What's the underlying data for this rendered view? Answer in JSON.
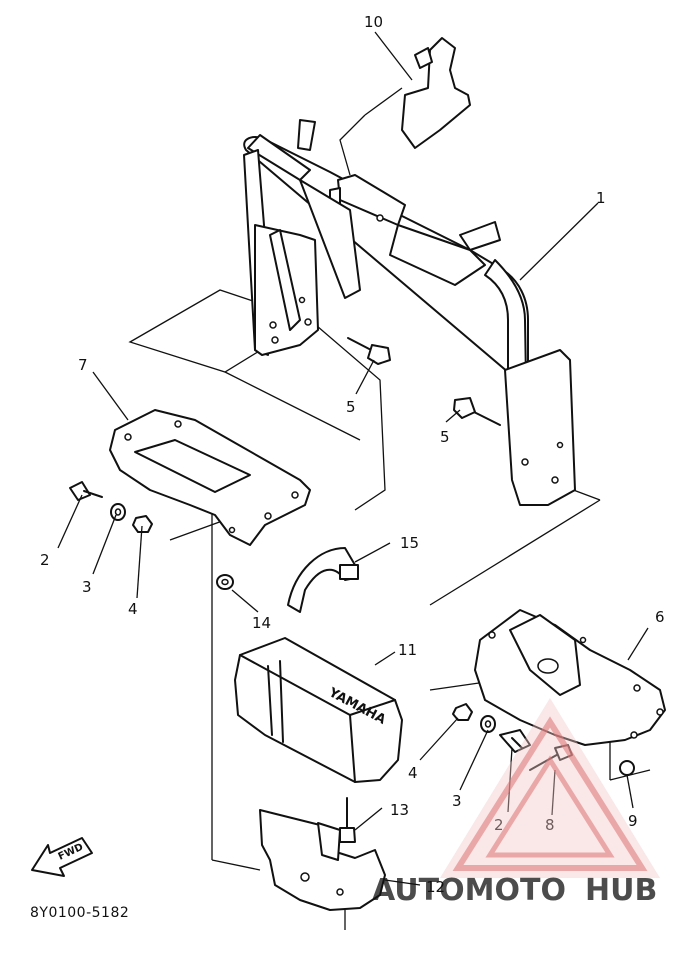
{
  "diagram": {
    "part_numbers": [
      {
        "id": "p1",
        "label": "1"
      },
      {
        "id": "p2a",
        "label": "2"
      },
      {
        "id": "p3a",
        "label": "3"
      },
      {
        "id": "p4a",
        "label": "4"
      },
      {
        "id": "p5a",
        "label": "5"
      },
      {
        "id": "p5b",
        "label": "5"
      },
      {
        "id": "p6",
        "label": "6"
      },
      {
        "id": "p7",
        "label": "7"
      },
      {
        "id": "p4b",
        "label": "4"
      },
      {
        "id": "p3b",
        "label": "3"
      },
      {
        "id": "p2b",
        "label": "2"
      },
      {
        "id": "p8",
        "label": "8"
      },
      {
        "id": "p9",
        "label": "9"
      },
      {
        "id": "p10",
        "label": "10"
      },
      {
        "id": "p11",
        "label": "11"
      },
      {
        "id": "p12",
        "label": "12"
      },
      {
        "id": "p13",
        "label": "13"
      },
      {
        "id": "p14",
        "label": "14"
      },
      {
        "id": "p15",
        "label": "15"
      }
    ],
    "fwd_label": "FWD",
    "battery_brand": "YAMAHA",
    "drawing_code": "8Y0100-5182"
  },
  "watermark": {
    "text_part1": "AUTOMOTO",
    "text_part2": "HUB",
    "color_primary": "#e8a0a0",
    "color_accent": "#bcbcbc"
  }
}
